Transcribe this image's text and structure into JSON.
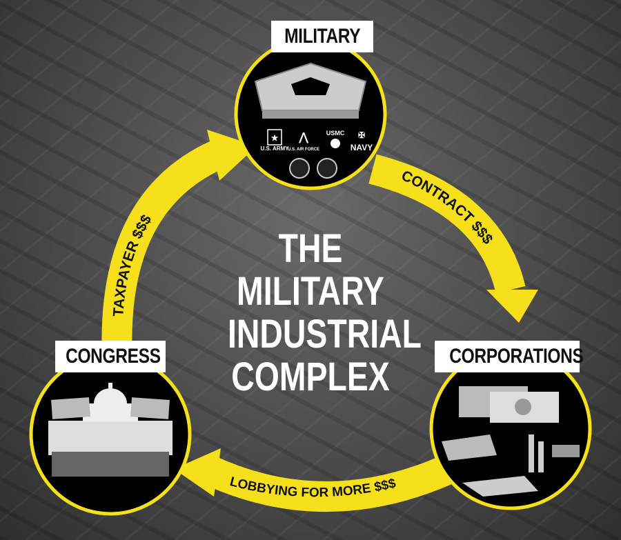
{
  "title_lines": [
    "THE",
    "MILITARY",
    "INDUSTRIAL",
    "COMPLEX"
  ],
  "nodes": {
    "military": {
      "label": "MILITARY",
      "logos": [
        "U.S. ARMY",
        "U.S. AIR FORCE",
        "USMC",
        "NAVY"
      ]
    },
    "congress": {
      "label": "CONGRESS"
    },
    "corporations": {
      "label": "CORPORATIONS"
    }
  },
  "arrows": {
    "taxpayer": "TAXPAYER $$$",
    "contract": "CONTRACT $$$",
    "lobbying": "LOBBYING FOR MORE $$$"
  },
  "colors": {
    "accent": "#f6e01b",
    "circle": "#000000",
    "label_bg": "#ffffff"
  }
}
